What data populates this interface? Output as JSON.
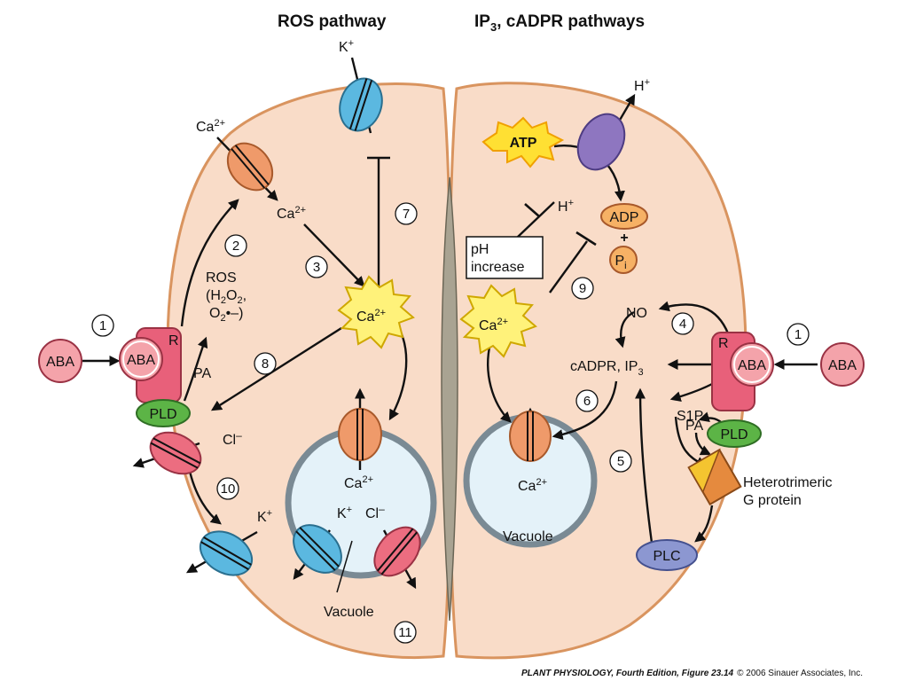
{
  "titles": {
    "left": "ROS pathway",
    "right_prefix": "IP",
    "right_sub": "3",
    "right_suffix": ", cADPR pathways"
  },
  "ions": {
    "k": "K",
    "plus": "+",
    "ca": "Ca",
    "two_plus": "2+",
    "cl": "Cl",
    "minus": "–",
    "h": "H"
  },
  "molecules": {
    "aba": "ABA",
    "receptor": "R",
    "pld": "PLD",
    "pa": "PA",
    "plc": "PLC",
    "s1p": "S1P",
    "no": "NO",
    "atp": "ATP",
    "adp": "ADP",
    "plus_sign": "+",
    "pi_p": "P",
    "pi_sub": "i",
    "cadpr": "cADPR, IP",
    "cadpr_sub": "3"
  },
  "labels": {
    "ros": "ROS",
    "ros_h": "(H",
    "ros_2": "2",
    "ros_o": "O",
    "ros_comma": ",",
    "ros_o2": "O",
    "ros_o2_sub": "2",
    "ros_dot": "•–)",
    "ph_line1": "pH",
    "ph_line2": "increase",
    "vacuole_left": "Vacuole",
    "vacuole_right": "Vacuole",
    "gprot_line1": "Heterotrimeric",
    "gprot_line2": "G protein"
  },
  "steps": [
    "1",
    "2",
    "3",
    "4",
    "5",
    "6",
    "7",
    "8",
    "9",
    "10",
    "11"
  ],
  "credit": {
    "book": "PLANT PHYSIOLOGY, Fourth Edition, Figure 23.14",
    "copyright": "© 2006 Sinauer Associates, Inc."
  },
  "colors": {
    "cell": "#f9dcc8",
    "cell_border": "#d9945f",
    "pore": "#a9a392",
    "vacuole": "#e4f2f9",
    "vacuole_border": "#7a8a94",
    "k_channel": "#5bb8e0",
    "ca_channel": "#ef9a6a",
    "cl_channel": "#ec6d80",
    "receptor": "#e8607a",
    "aba": "#f4a3aa",
    "pld": "#5cb446",
    "plc": "#8c97d1",
    "atpase": "#8e76c0",
    "atp": "#ffe033",
    "adp": "#f6b165"
  }
}
